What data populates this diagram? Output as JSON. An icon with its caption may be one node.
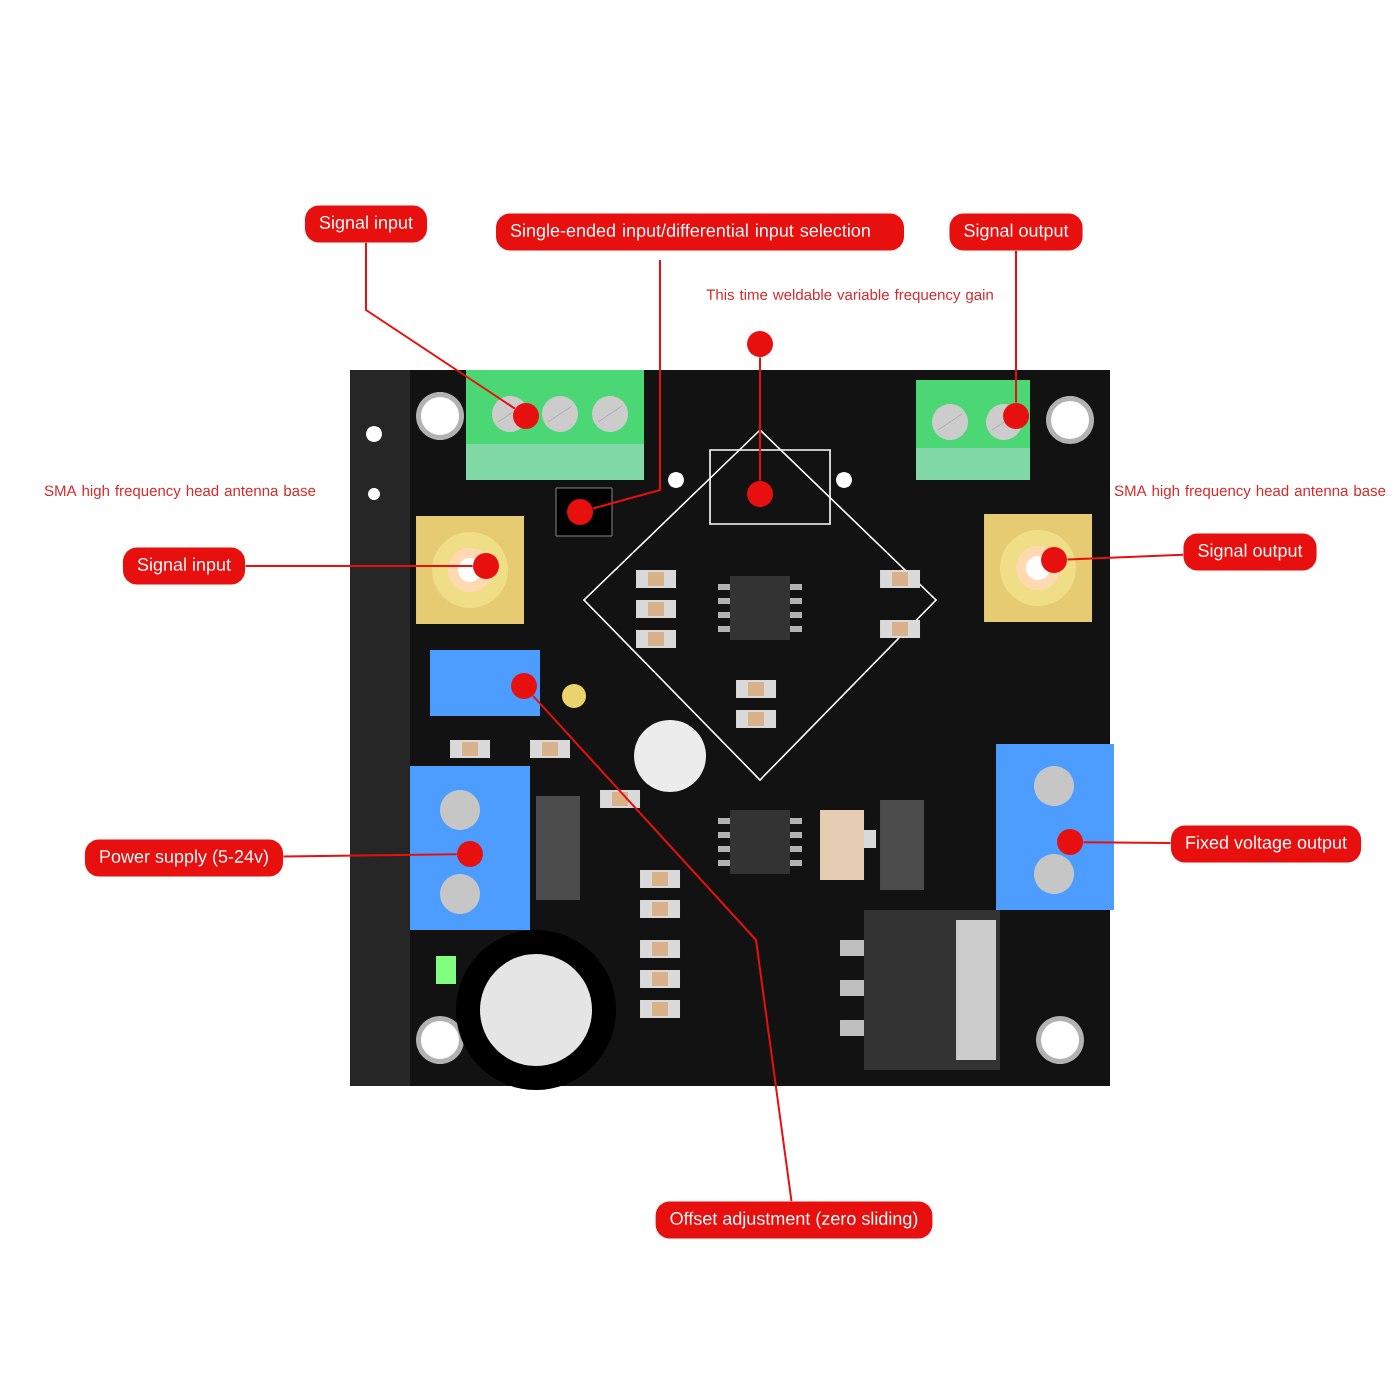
{
  "diagram": {
    "nodes": [
      {
        "text": [
          "Signal input"
        ]
      },
      {
        "text": [
          "Single-ended input/differential input selection"
        ]
      },
      {
        "text": [
          "Signal output"
        ]
      },
      {
        "text": [
          "Signal input"
        ]
      },
      {
        "text": [
          "Signal output"
        ]
      },
      {
        "text": [
          "Power supply (5-24v)"
        ]
      },
      {
        "text": [
          "Fixed voltage output"
        ]
      },
      {
        "text": [
          "Offset adjustment (zero sliding)"
        ]
      },
      {
        "text": [],
        "shape": "circle"
      },
      {
        "text": [],
        "shape": "circle"
      },
      {
        "text": [],
        "shape": "circle"
      },
      {
        "text": [],
        "shape": "circle"
      },
      {
        "text": [],
        "shape": "circle"
      },
      {
        "text": [],
        "shape": "circle"
      },
      {
        "text": [],
        "shape": "circle"
      },
      {
        "text": [],
        "shape": "circle"
      },
      {
        "text": [],
        "shape": "circle"
      },
      {
        "text": [],
        "shape": "circle"
      }
    ],
    "edges": [
      {
        "from": 0,
        "to": 8,
        "arrow": "none"
      },
      {
        "from": 1,
        "to": 9,
        "arrow": "none"
      },
      {
        "from": 2,
        "to": 10,
        "arrow": "none"
      },
      {
        "from": 11,
        "to": 12,
        "arrow": "none"
      },
      {
        "from": 3,
        "to": 13,
        "arrow": "none"
      },
      {
        "from": 4,
        "to": 14,
        "arrow": "none"
      },
      {
        "from": 5,
        "to": 15,
        "arrow": "none"
      },
      {
        "from": 6,
        "to": 16,
        "arrow": "none"
      },
      {
        "from": 7,
        "to": 17,
        "arrow": "none"
      }
    ],
    "labels": [
      "This time weldable variable frequency gain",
      "SMA high frequency head antenna base",
      "SMA high frequency head antenna base"
    ]
  }
}
